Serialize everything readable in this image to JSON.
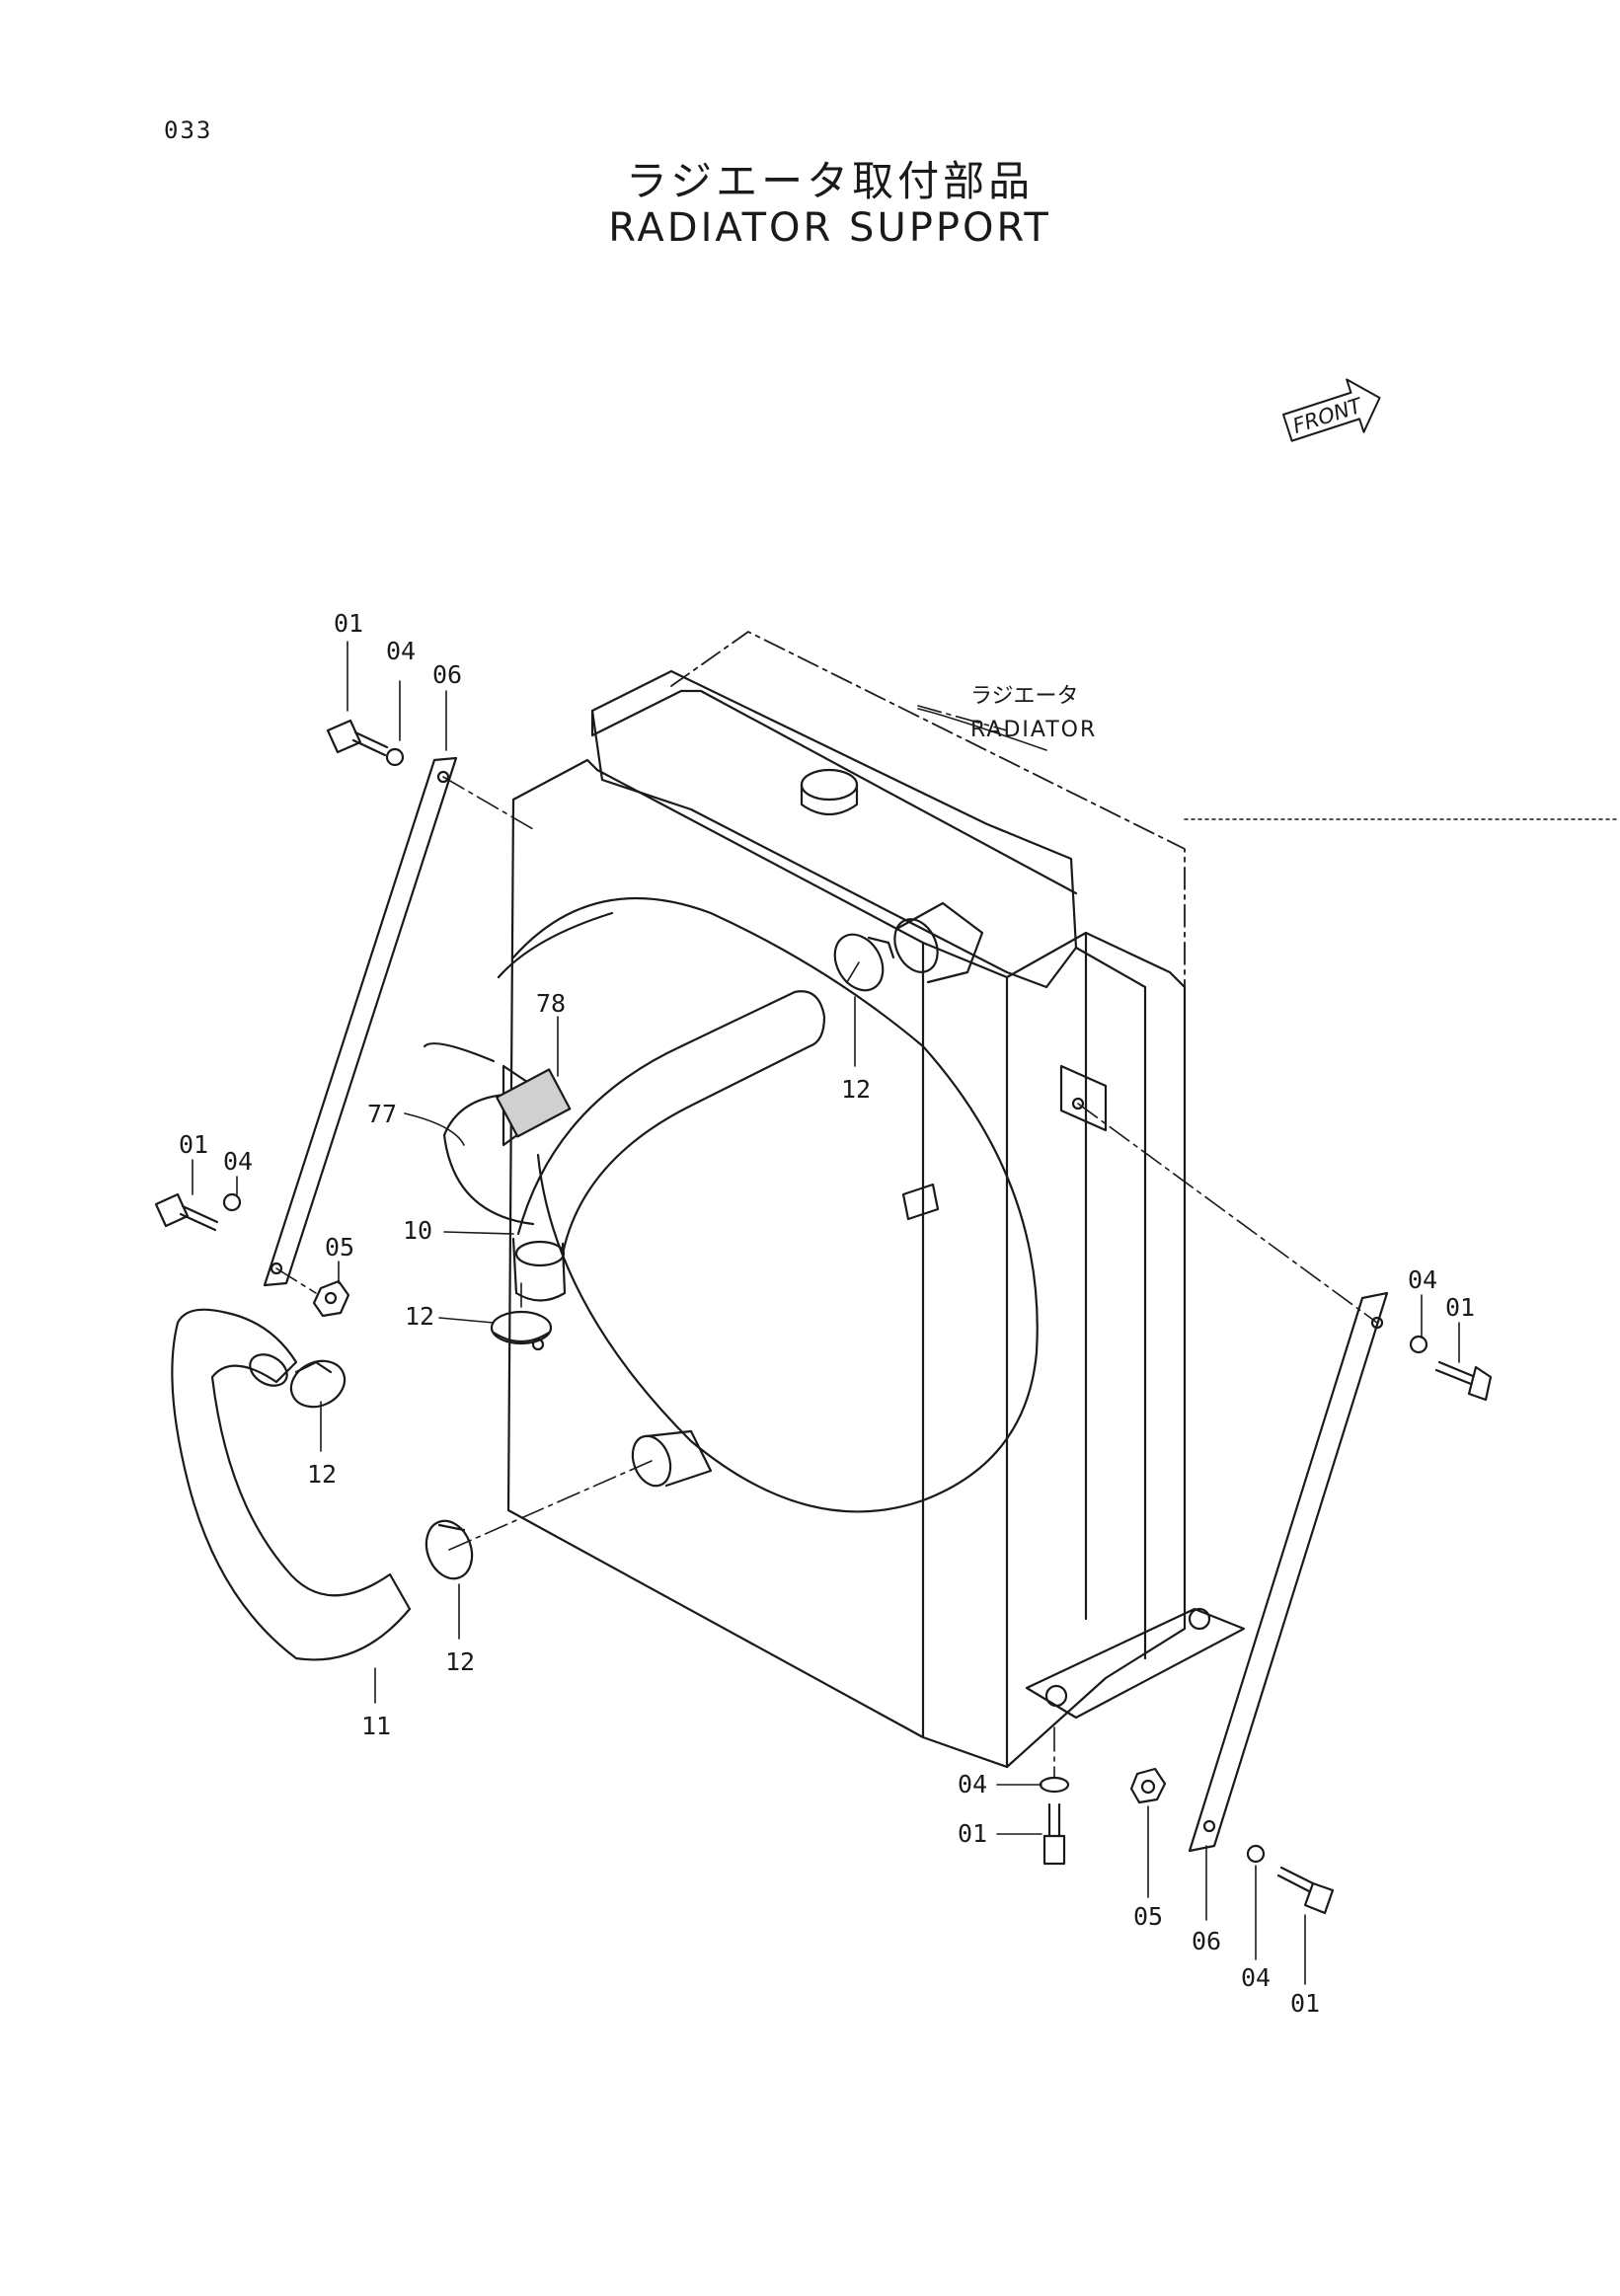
{
  "page_number": "033",
  "title": {
    "jp": "ラジエータ取付部品",
    "en": "RADIATOR SUPPORT"
  },
  "front_label": "FRONT",
  "radiator_label": {
    "jp": "ラジエータ",
    "en": "RADIATOR"
  },
  "callouts": {
    "c01_top": "01",
    "c04_top": "04",
    "c06_top": "06",
    "c78": "78",
    "c77": "77",
    "c10": "10",
    "c01_left": "01",
    "c04_left": "04",
    "c05_left": "05",
    "c12_upper": "12",
    "c12_mid": "12",
    "c12_left": "12",
    "c12_low": "12",
    "c11": "11",
    "c04_right": "04",
    "c01_right": "01",
    "c04_bottom": "04",
    "c01_bottom": "01",
    "c05_br": "05",
    "c06_br": "06",
    "c04_br": "04",
    "c01_br": "01"
  }
}
